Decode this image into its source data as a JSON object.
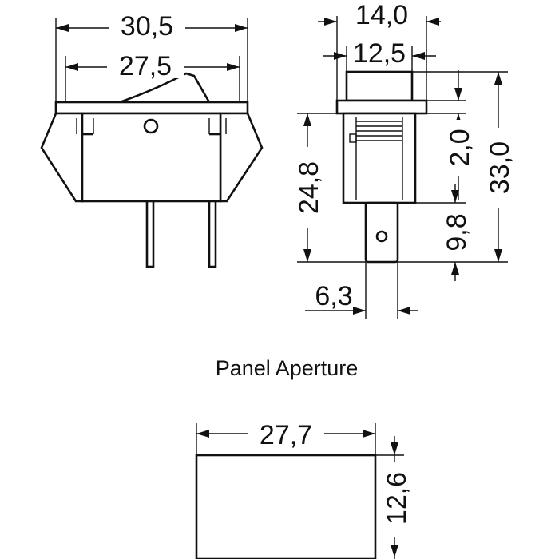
{
  "front_view": {
    "overall_width": "30,5",
    "body_width": "27,5"
  },
  "side_view": {
    "outer_width": "14,0",
    "inner_width": "12,5",
    "body_height": "24,8",
    "bezel_height": "2,0",
    "total_height": "33,0",
    "terminal_length": "9,8",
    "terminal_width": "6,3"
  },
  "panel_aperture": {
    "title": "Panel Aperture",
    "width": "27,7",
    "height": "12,6"
  }
}
